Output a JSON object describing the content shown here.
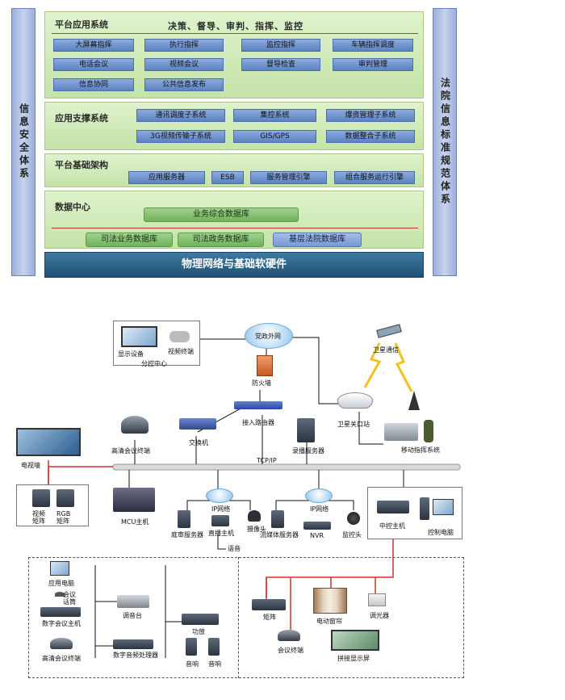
{
  "architecture": {
    "left_side": "信息安全体系",
    "right_side": "法院信息标准规范体系",
    "platform_apps": {
      "title": "平台应用系统",
      "slogan": "决策、督导、审判、指挥、监控",
      "items": [
        "大屏幕指挥",
        "执行指挥",
        "监控指挥",
        "车辆指挥调度",
        "电话会议",
        "视频会议",
        "督导检查",
        "审判管理",
        "信息协同",
        "公共信息发布"
      ]
    },
    "app_support": {
      "title": "应用支撑系统",
      "items": [
        "通讯调度子系统",
        "集控系统",
        "爆资管理子系统",
        "3G视频传输子系统",
        "GIS/GPS",
        "数据整合子系统"
      ]
    },
    "platform_base": {
      "title": "平台基础架构",
      "items": [
        "应用服务器",
        "ESB",
        "服务管理引擎",
        "组合服务运行引擎"
      ]
    },
    "data_center": {
      "title": "数据中心",
      "main_db": "业务综合数据库",
      "dbs": [
        "司法业务数据库",
        "司法政务数据库",
        "基层法院数据库"
      ]
    },
    "bottom": "物理网络与基础软硬件"
  },
  "network": {
    "branch_center": "分控中心",
    "display_device": "显示设备",
    "video_terminal": "视频终端",
    "gov_net": "党政外网",
    "firewall": "防火墙",
    "satellite": "卫星通信",
    "access_router": "接入路由器",
    "switch": "交换机",
    "hd_terminal": "高清会议终端",
    "recording_server": "录播服务器",
    "satellite_station": "卫星关口站",
    "mobile_command": "移动指挥系统",
    "tv_wall": "电视墙",
    "tcpip": "TCP/IP",
    "video_matrix": "视频矩阵",
    "rgb_matrix": "RGB矩阵",
    "mcu": "MCU主机",
    "ip_network_1": "IP网络",
    "ip_network_2": "IP网络",
    "court_server": "庭审服务器",
    "record_host": "直播主机",
    "camera": "摄像头",
    "audio": "语音",
    "stream_server": "流媒体服务器",
    "nvr": "NVR",
    "monitor_head": "监控头",
    "central_host": "中控主机",
    "control_pc": "控制电脑",
    "app_pc": "应用电脑",
    "meeting_phone": "会议话筒",
    "digital_conf_host": "数字会议主机",
    "mixer": "调音台",
    "power_amp": "功放",
    "hd_conf_terminal": "高清会议终端",
    "digital_audio_proc": "数字音频处理器",
    "speaker_1": "音响",
    "speaker_2": "音响",
    "matrix": "矩阵",
    "electric_curtain": "电动窗帘",
    "dimmer": "调光器",
    "conf_terminal": "会议终端",
    "spliced_screen": "拼接显示屏"
  }
}
